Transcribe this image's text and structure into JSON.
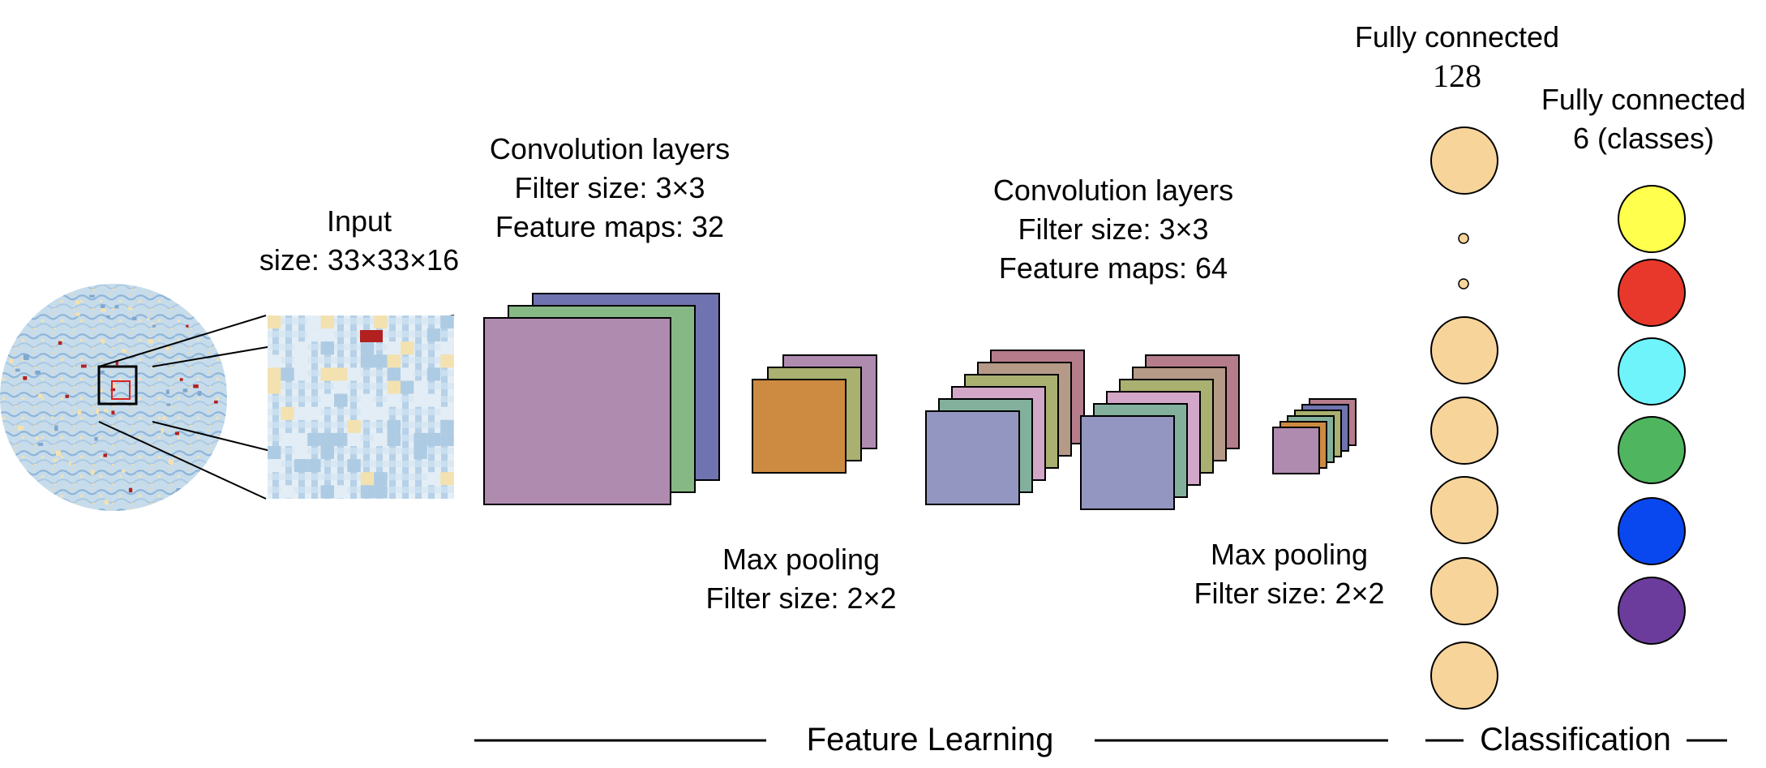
{
  "input_label": {
    "title": "Input",
    "size": "size: 33×33×16"
  },
  "conv1": {
    "title": "Convolution layers",
    "filter": "Filter size: 3×3",
    "maps": "Feature maps: 32",
    "colors": [
      "#6f73b0",
      "#86b886",
      "#b08bb0"
    ]
  },
  "pool1": {
    "title": "Max pooling",
    "filter": "Filter size: 2×2",
    "colors": [
      "#b08bb0",
      "#a9b070",
      "#cc8b40"
    ]
  },
  "conv2": {
    "title": "Convolution layers",
    "filter": "Filter size: 3×3",
    "maps": "Feature maps: 64",
    "colors": [
      "#b57c8c",
      "#b59a88",
      "#a9b070",
      "#d2a7c8",
      "#83b09d",
      "#9396c0"
    ]
  },
  "pool2": {
    "title": "Max pooling",
    "filter": "Filter size: 2×2",
    "colors": [
      "#b57c8c",
      "#6f73b0",
      "#a9b070",
      "#83b09d",
      "#cc8b40",
      "#b08bb0"
    ]
  },
  "fc1": {
    "title": "Fully connected",
    "count": "128",
    "node_color": "#f7d49a"
  },
  "fc2": {
    "title": "Fully connected",
    "count": "6 (classes)",
    "class_colors": [
      "#ffff4d",
      "#e8382b",
      "#6ff4fb",
      "#4fb55f",
      "#0a48ef",
      "#6c3c9c"
    ]
  },
  "sections": {
    "feature_learning": "Feature Learning",
    "classification": "Classification"
  },
  "image": {
    "background": "#c7dceb",
    "accent": "#f3e2b0",
    "highlight": "#b22020"
  }
}
